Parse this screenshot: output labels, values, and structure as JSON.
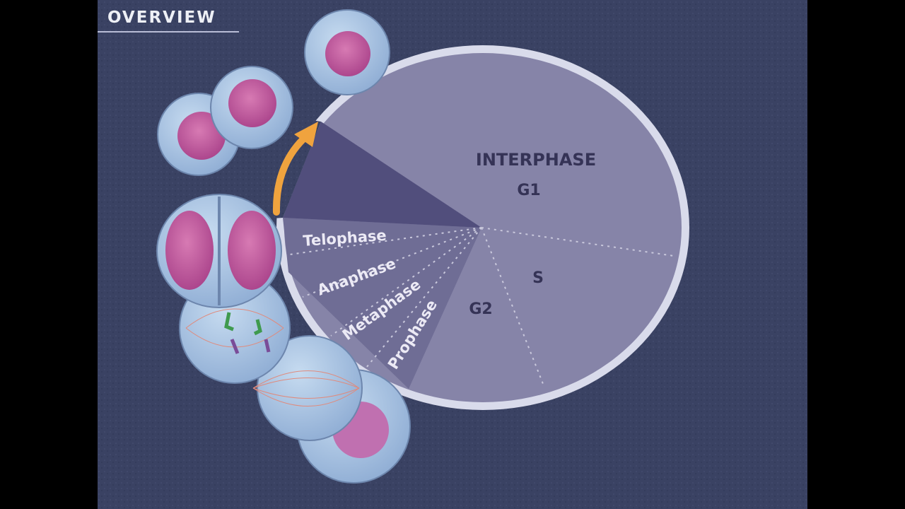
{
  "header": {
    "title": "OVERVIEW"
  },
  "diagram": {
    "interphase_label": "INTERPHASE",
    "phases": {
      "g1": "G1",
      "s": "S",
      "g2": "G2",
      "telophase": "Telophase",
      "anaphase": "Anaphase",
      "metaphase": "Metaphase",
      "prophase": "Prophase"
    }
  },
  "colors": {
    "background": "#3a4263",
    "interphase_fill": "#8684a8",
    "mitosis_fill": "#6f6d95",
    "cytokinesis_fill": "#514e7c",
    "rim": "#d9dbeb",
    "arrow": "#f0a33e",
    "label_dark": "#353356",
    "label_light": "#eceaf5",
    "cell_fill": "#a9c4e2",
    "nucleus_fill": "#c05a9a"
  }
}
